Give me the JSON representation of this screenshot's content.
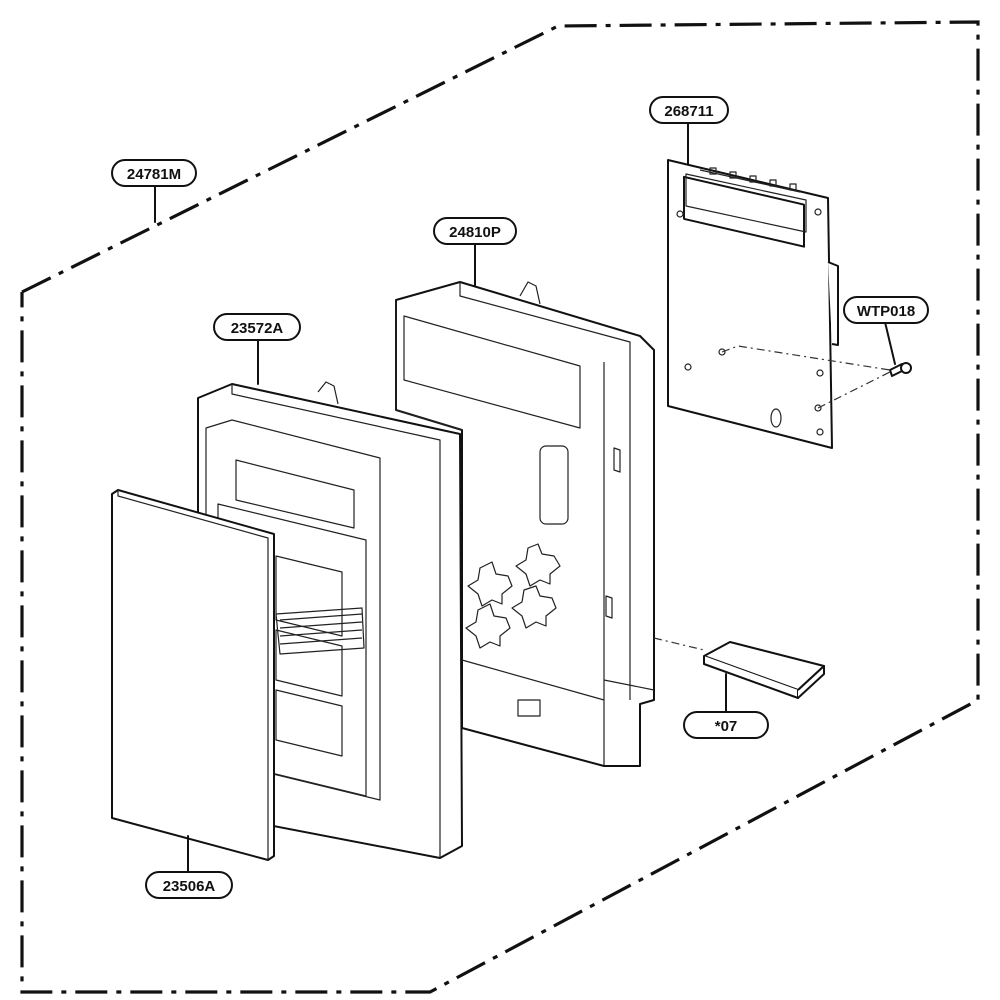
{
  "diagram": {
    "callouts": [
      {
        "id": "frame",
        "text": "24781M"
      },
      {
        "id": "pcb",
        "text": "268711"
      },
      {
        "id": "holder",
        "text": "24810P"
      },
      {
        "id": "screw",
        "text": "WTP018"
      },
      {
        "id": "panel",
        "text": "23572A"
      },
      {
        "id": "cable",
        "text": "*07"
      },
      {
        "id": "sheet",
        "text": "23506A"
      }
    ],
    "colors": {
      "line": "#111111",
      "background": "#ffffff"
    }
  }
}
